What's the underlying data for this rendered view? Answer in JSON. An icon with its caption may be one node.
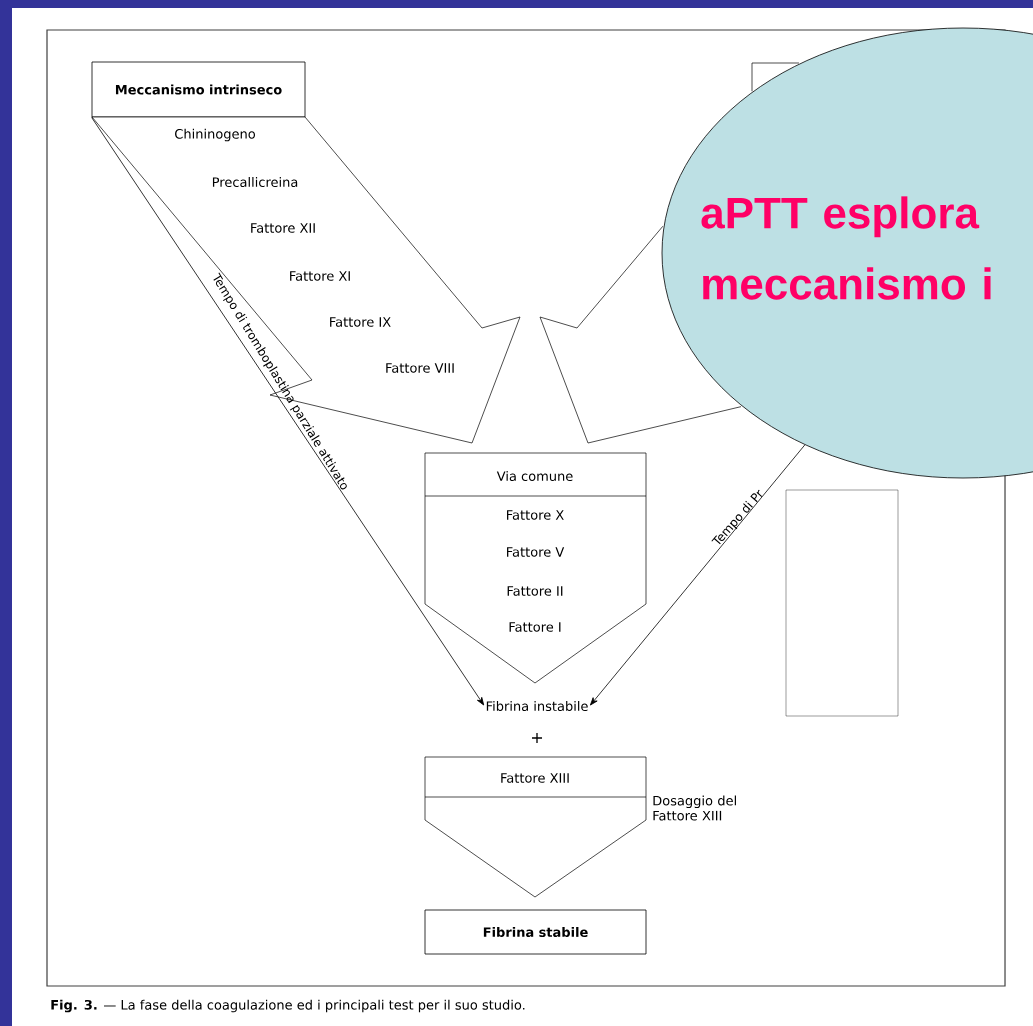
{
  "diagram": {
    "caption": "**Fig. 3.** — La fase della coagulazione ed i principali test per il suo studio.",
    "nodes": [
      {
        "text": [
          "Meccanismo intrinseco"
        ]
      },
      {
        "text": [
          "Chininogeno",
          "Precallicreina",
          "Fattore XII",
          "Fattore XI",
          "Fattore IX",
          "Fattore VIII"
        ]
      },
      {
        "text": [
          "aPTT esplora meccanismo i"
        ]
      },
      {
        "text": [
          "Via comune",
          "Fattore X",
          "Fattore V",
          "Fattore II",
          "Fattore I"
        ]
      },
      {
        "text": [
          "Fibrina instabile"
        ]
      },
      {
        "text": [
          "Fattore XIII"
        ],
        "beside": [
          "Dosaggio del Fattore XIII"
        ]
      },
      {
        "text": [],
        "shape": "box"
      },
      {
        "text": [
          "Fibrina stabile"
        ]
      }
    ],
    "edges": [
      {
        "from": 0,
        "to": 4,
        "arrow": "to",
        "label": "Tempo di tromboplastina parziale attivato"
      },
      {
        "from": 2,
        "to": 4,
        "arrow": "to",
        "label": "Tempo di Pr"
      }
    ],
    "labels": [
      "+"
    ]
  }
}
